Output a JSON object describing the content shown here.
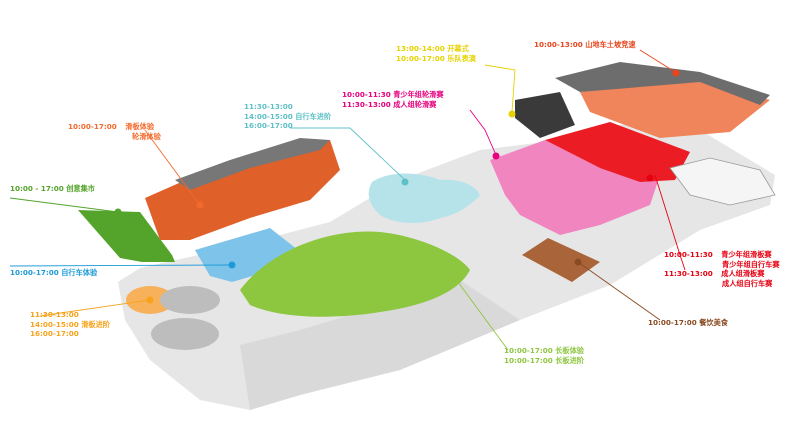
{
  "zones": {
    "skate_experience": {
      "time": "10:00-17:00",
      "l1": "滑板体验",
      "l2": "轮滑体验",
      "color": "#f26a2b"
    },
    "creative_market": {
      "text": "10:00 - 17:00 创意集市",
      "color": "#54a42c"
    },
    "bike_experience": {
      "text": "10:00-17:00 自行车体验",
      "color": "#1e9bd7"
    },
    "bike_advanced": {
      "l1": "11:30-13:00",
      "l2": "14:00-15:00 自行车进阶",
      "l3": "16:00-17:00",
      "color": "#5fc0c7"
    },
    "opening": {
      "l1": "13:00-14:00 开幕式",
      "l2": "10:00-17:00 乐队表演",
      "color": "#e6d200"
    },
    "roller_comp": {
      "l1": "10:00-11:30  青少年组轮滑赛",
      "l2": "11:30-13:00  成人组轮滑赛",
      "color": "#e6007e"
    },
    "mountain_bike": {
      "text": "10:00-13:00  山地车土坡竞速",
      "color": "#e8451e"
    },
    "skate_advanced": {
      "l1": "11:30-13:00",
      "l2": "14:00-15:00  滑板进阶",
      "l3": "16:00-17:00",
      "color": "#f7a21b"
    },
    "youth_comp": {
      "t1": "10:00-11:30",
      "t1a": "青少年组滑板赛",
      "t1b": "青少年组自行车赛",
      "t2": "11:30-13:00",
      "t2a": "成人组滑板赛",
      "t2b": "成人组自行车赛",
      "color": "#e60012"
    },
    "food": {
      "text": "10:00-17:00  餐饮美食",
      "color": "#8a4b22"
    },
    "longboard": {
      "l1": "10:00-17:00  长板体验",
      "l2": "10:00-17:00  长板进阶",
      "color": "#8dc63f"
    }
  }
}
